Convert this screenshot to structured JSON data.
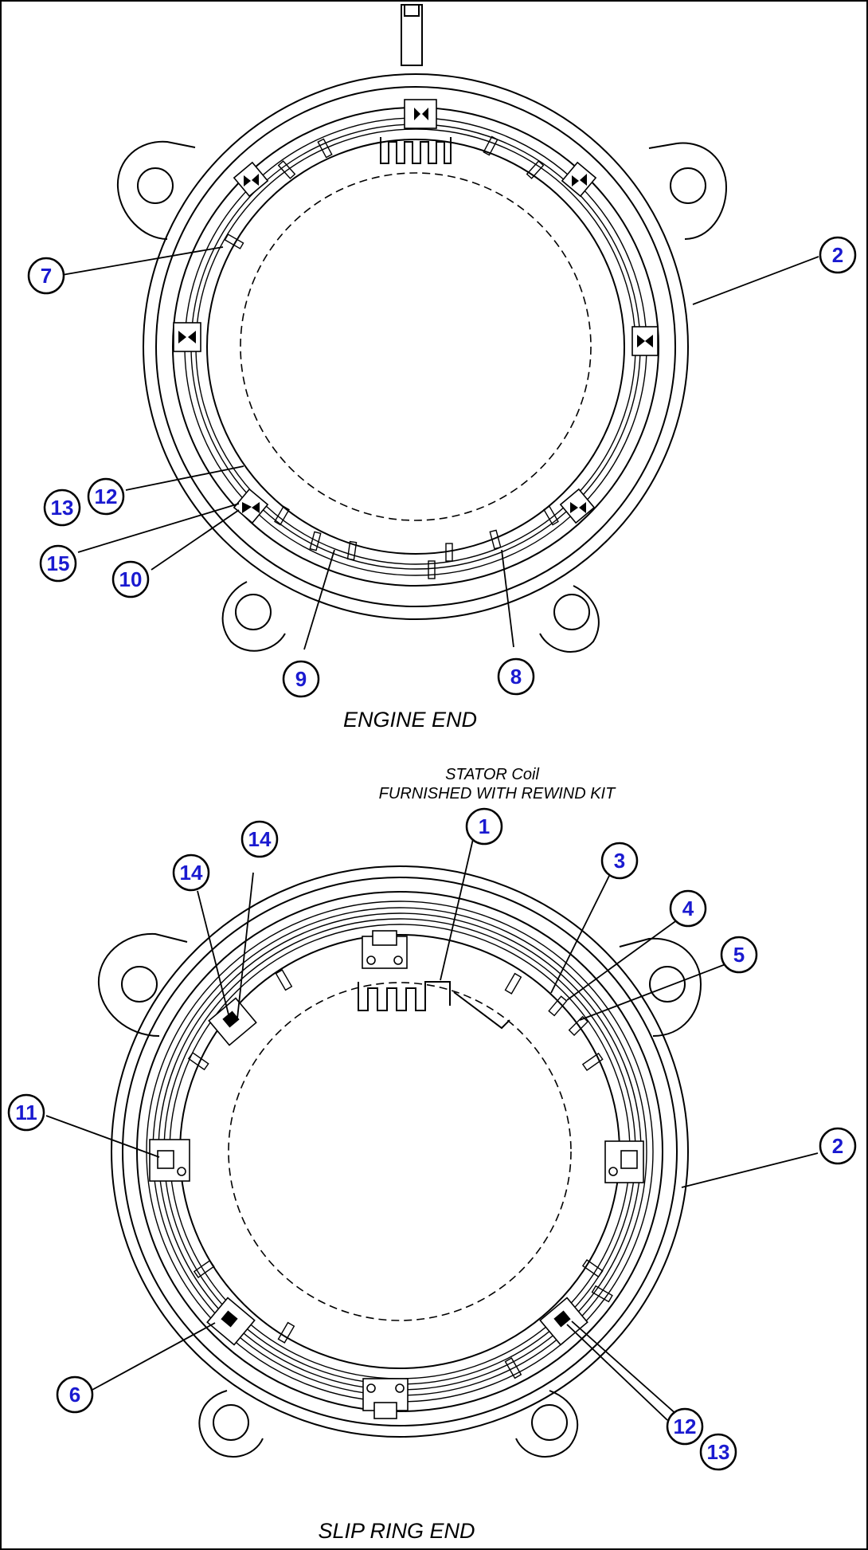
{
  "engine_end": {
    "caption": "ENGINE END",
    "callouts": [
      {
        "id": "ee-7",
        "label": "7"
      },
      {
        "id": "ee-2",
        "label": "2"
      },
      {
        "id": "ee-13",
        "label": "13"
      },
      {
        "id": "ee-12",
        "label": "12"
      },
      {
        "id": "ee-15",
        "label": "15"
      },
      {
        "id": "ee-10",
        "label": "10"
      },
      {
        "id": "ee-9",
        "label": "9"
      },
      {
        "id": "ee-8",
        "label": "8"
      }
    ]
  },
  "slip_ring_end": {
    "caption": "SLIP RING END",
    "note_line1": "STATOR Coil",
    "note_line2": "FURNISHED WITH REWIND KIT",
    "callouts": [
      {
        "id": "sr-1",
        "label": "1"
      },
      {
        "id": "sr-14a",
        "label": "14"
      },
      {
        "id": "sr-14b",
        "label": "14"
      },
      {
        "id": "sr-3",
        "label": "3"
      },
      {
        "id": "sr-4",
        "label": "4"
      },
      {
        "id": "sr-5",
        "label": "5"
      },
      {
        "id": "sr-11",
        "label": "11"
      },
      {
        "id": "sr-2",
        "label": "2"
      },
      {
        "id": "sr-6",
        "label": "6"
      },
      {
        "id": "sr-12",
        "label": "12"
      },
      {
        "id": "sr-13",
        "label": "13"
      }
    ]
  }
}
